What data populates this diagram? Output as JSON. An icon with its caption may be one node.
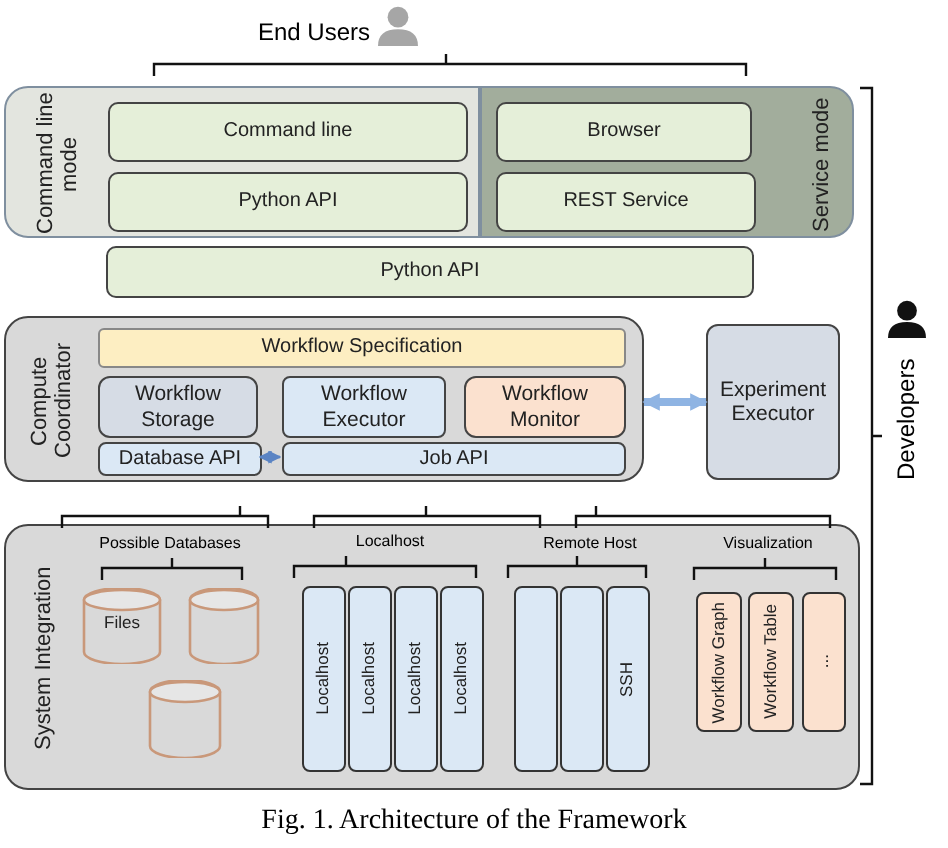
{
  "diagram": {
    "caption": "Fig. 1.  Architecture of the Framework",
    "nodes": [
      {
        "text": [
          "Command line mode"
        ]
      },
      {
        "text": [
          "Service mode"
        ]
      },
      {
        "text": [
          "Command line"
        ],
        "in": 0
      },
      {
        "text": [
          "Browser"
        ],
        "in": 1
      },
      {
        "text": [
          "Python  API"
        ],
        "in": 0
      },
      {
        "text": [
          "REST Service"
        ],
        "in": 1
      },
      {
        "text": [
          "Python  API"
        ]
      },
      {
        "text": [
          "Compute Coordinator"
        ]
      },
      {
        "text": [
          "Workflow Specification"
        ],
        "in": 7
      },
      {
        "text": [
          "Workflow Storage"
        ],
        "in": 7
      },
      {
        "text": [
          "Workflow Executor"
        ],
        "in": 7
      },
      {
        "text": [
          "Workflow Monitor"
        ],
        "in": 7
      },
      {
        "text": [
          "Database API"
        ],
        "in": 7
      },
      {
        "text": [
          "Job API"
        ],
        "in": 7
      },
      {
        "text": [
          "Experiment Executor"
        ]
      },
      {
        "text": [
          "System Integration"
        ]
      },
      {
        "text": [
          "Files"
        ],
        "in": 15
      },
      {
        "text": [],
        "shape": "cylinder",
        "in": 15
      },
      {
        "text": [],
        "shape": "cylinder",
        "in": 15
      },
      {
        "text": [
          "Localhost"
        ],
        "in": 15
      },
      {
        "text": [
          "Localhost"
        ],
        "in": 15
      },
      {
        "text": [
          "Localhost"
        ],
        "in": 15
      },
      {
        "text": [
          "Localhost"
        ],
        "in": 15
      },
      {
        "text": [],
        "shape": "bar",
        "in": 15
      },
      {
        "text": [],
        "shape": "bar",
        "in": 15
      },
      {
        "text": [
          "SSH"
        ],
        "in": 15
      },
      {
        "text": [
          "Workflow Graph"
        ],
        "in": 15
      },
      {
        "text": [
          "Workflow Table"
        ],
        "in": 15
      },
      {
        "text": [
          "..."
        ],
        "in": 15
      }
    ],
    "edges": [
      {
        "from": 12,
        "to": 13,
        "arrow": "both"
      },
      {
        "from": 7,
        "to": 14,
        "arrow": "both",
        "style": "thick",
        "color": "#8fb4e3"
      }
    ],
    "labels": [
      "End Users",
      "Developers",
      "Possible Databases",
      "Localhost",
      "Remote Host",
      "Visualization"
    ]
  }
}
